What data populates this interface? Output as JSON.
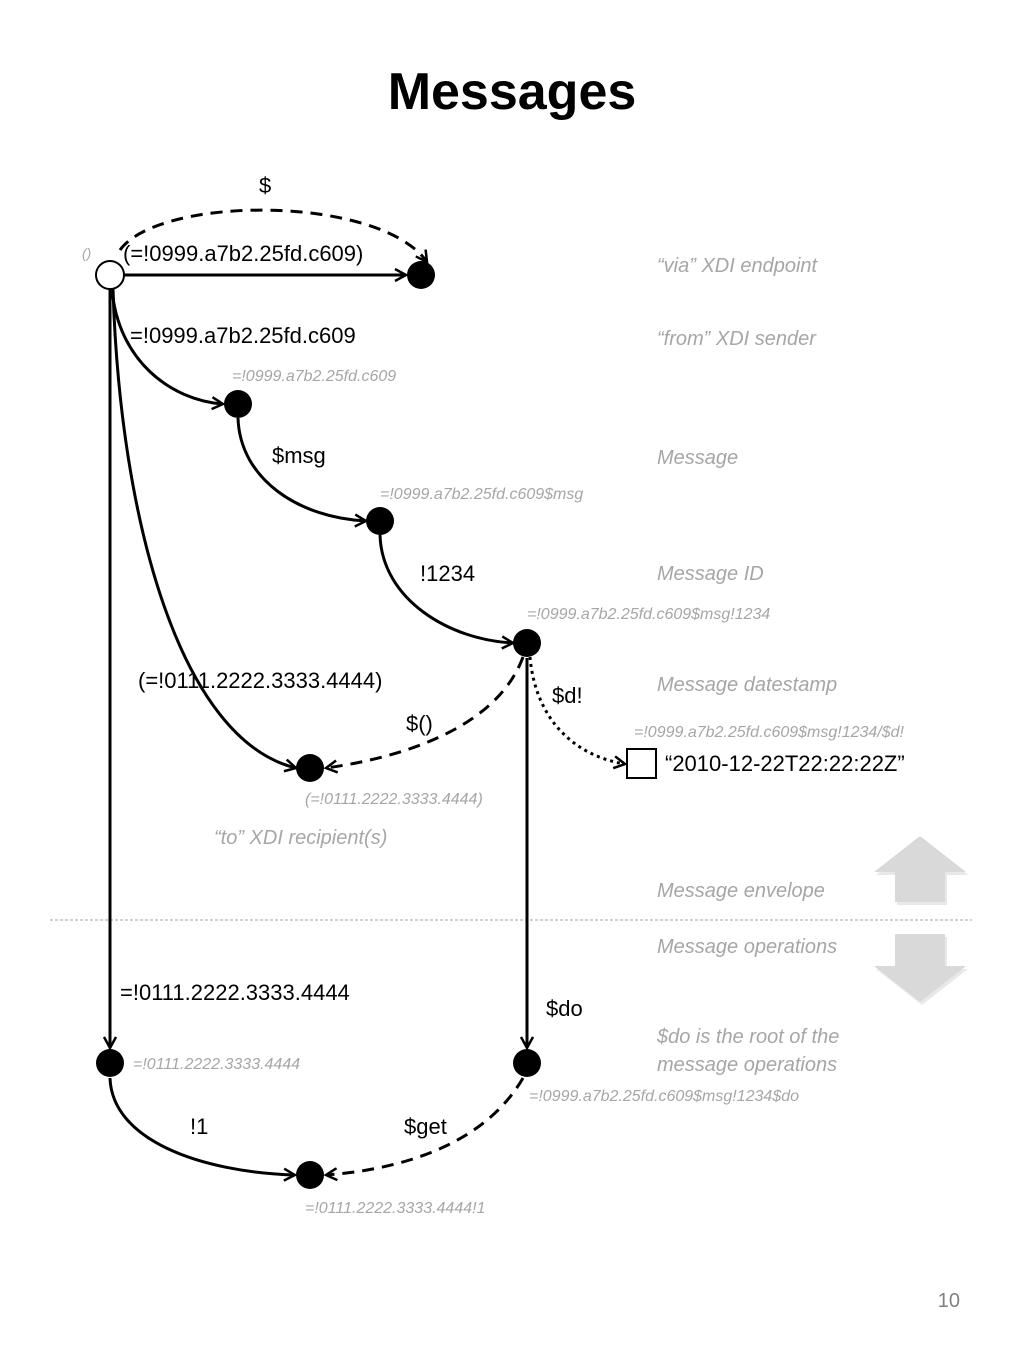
{
  "title": "Messages",
  "page_number": "10",
  "colors": {
    "ink": "#000000",
    "gray_text": "#a6a6a6",
    "arrow_fill": "#d9d9d9",
    "divider": "#a6a6a6"
  },
  "nodes": {
    "root_label": "()",
    "from_node": "=!0999.a7b2.25fd.c609",
    "msg_node": "=!0999.a7b2.25fd.c609$msg",
    "msgid_node": "=!0999.a7b2.25fd.c609$msg!1234",
    "to_node": "(=!0111.2222.3333.4444)",
    "literal_node": "=!0999.a7b2.25fd.c609$msg!1234/$d!",
    "recipient_node": "=!0111.2222.3333.4444",
    "do_node": "=!0999.a7b2.25fd.c609$msg!1234$do",
    "op_node": "=!0111.2222.3333.4444!1"
  },
  "arcs": {
    "dollar": "$",
    "via": "(=!0999.a7b2.25fd.c609)",
    "from": "=!0999.a7b2.25fd.c609",
    "msg": "$msg",
    "id": "!1234",
    "to_ctx": "(=!0111.2222.3333.4444)",
    "dollar_paren": "$()",
    "datestamp": "$d!",
    "recipient": "=!0111.2222.3333.4444",
    "do": "$do",
    "one": "!1",
    "get": "$get"
  },
  "literal_value": "“2010-12-22T22:22:22Z”",
  "notes": {
    "via": "“via” XDI endpoint",
    "from": "“from” XDI sender",
    "message": "Message",
    "message_id": "Message ID",
    "datestamp": "Message datestamp",
    "to": "“to” XDI recipient(s)",
    "envelope": "Message envelope",
    "operations": "Message operations",
    "do_root_1": "$do is the root of the",
    "do_root_2": "message operations"
  },
  "icons": {
    "up": "arrow-up-icon",
    "down": "arrow-down-icon"
  }
}
